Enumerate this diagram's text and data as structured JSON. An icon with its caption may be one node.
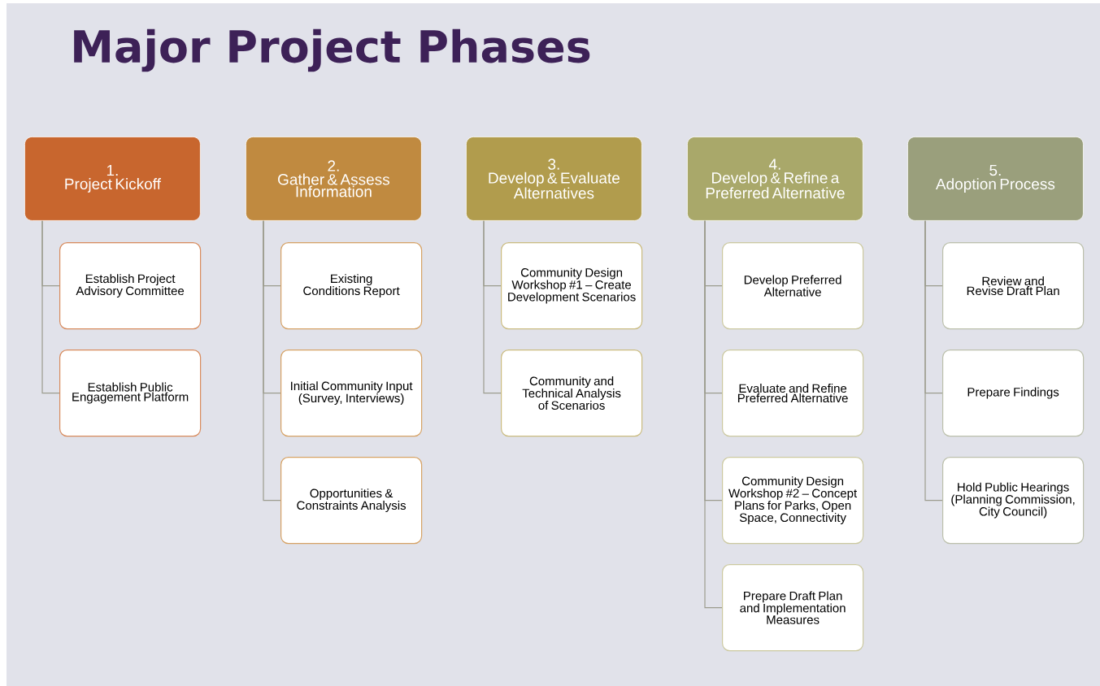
{
  "diagram": {
    "title": "Major Project Phases",
    "nodes": [
      {
        "text": [
          "1.",
          "Project Kickoff"
        ]
      },
      {
        "text": [
          "Establish Project Advisory Committee"
        ]
      },
      {
        "text": [
          "Establish Public Engagement Platform"
        ]
      },
      {
        "text": [
          "2.",
          "Gather & Assess Information"
        ]
      },
      {
        "text": [
          "Existing Conditions Report"
        ]
      },
      {
        "text": [
          "Initial Community Input (Survey, Interviews)"
        ]
      },
      {
        "text": [
          "Opportunities & Constraints Analysis"
        ]
      },
      {
        "text": [
          "3.",
          "Develop & Evaluate Alternatives"
        ]
      },
      {
        "text": [
          "Community Design Workshop #1 – Create Development Scenarios"
        ]
      },
      {
        "text": [
          "Community and Technical Analysis of Scenarios"
        ]
      },
      {
        "text": [
          "4.",
          "Develop & Refine a Preferred Alternative"
        ]
      },
      {
        "text": [
          "Develop Preferred Alternative"
        ]
      },
      {
        "text": [
          "Evaluate and Refine Preferred Alternative"
        ]
      },
      {
        "text": [
          "Community Design Workshop #2 – Concept Plans for Parks, Open Space, Connectivity"
        ]
      },
      {
        "text": [
          "Prepare Draft Plan and Implementation Measures"
        ]
      },
      {
        "text": [
          "5.",
          "Adoption Process"
        ]
      },
      {
        "text": [
          "Review and Revise Draft Plan"
        ]
      },
      {
        "text": [
          "Prepare Findings"
        ]
      },
      {
        "text": [
          "Hold Public Hearings (Planning Commission, City Council)"
        ]
      }
    ],
    "edges": [
      {
        "from": 0,
        "to": 1,
        "arrow": "none"
      },
      {
        "from": 0,
        "to": 2,
        "arrow": "none"
      },
      {
        "from": 3,
        "to": 4,
        "arrow": "none"
      },
      {
        "from": 3,
        "to": 5,
        "arrow": "none"
      },
      {
        "from": 3,
        "to": 6,
        "arrow": "none"
      },
      {
        "from": 7,
        "to": 8,
        "arrow": "none"
      },
      {
        "from": 7,
        "to": 9,
        "arrow": "none"
      },
      {
        "from": 10,
        "to": 11,
        "arrow": "none"
      },
      {
        "from": 10,
        "to": 12,
        "arrow": "none"
      },
      {
        "from": 10,
        "to": 13,
        "arrow": "none"
      },
      {
        "from": 10,
        "to": 14,
        "arrow": "none"
      },
      {
        "from": 15,
        "to": 16,
        "arrow": "none"
      },
      {
        "from": 15,
        "to": 17,
        "arrow": "none"
      },
      {
        "from": 15,
        "to": 18,
        "arrow": "none"
      }
    ]
  }
}
